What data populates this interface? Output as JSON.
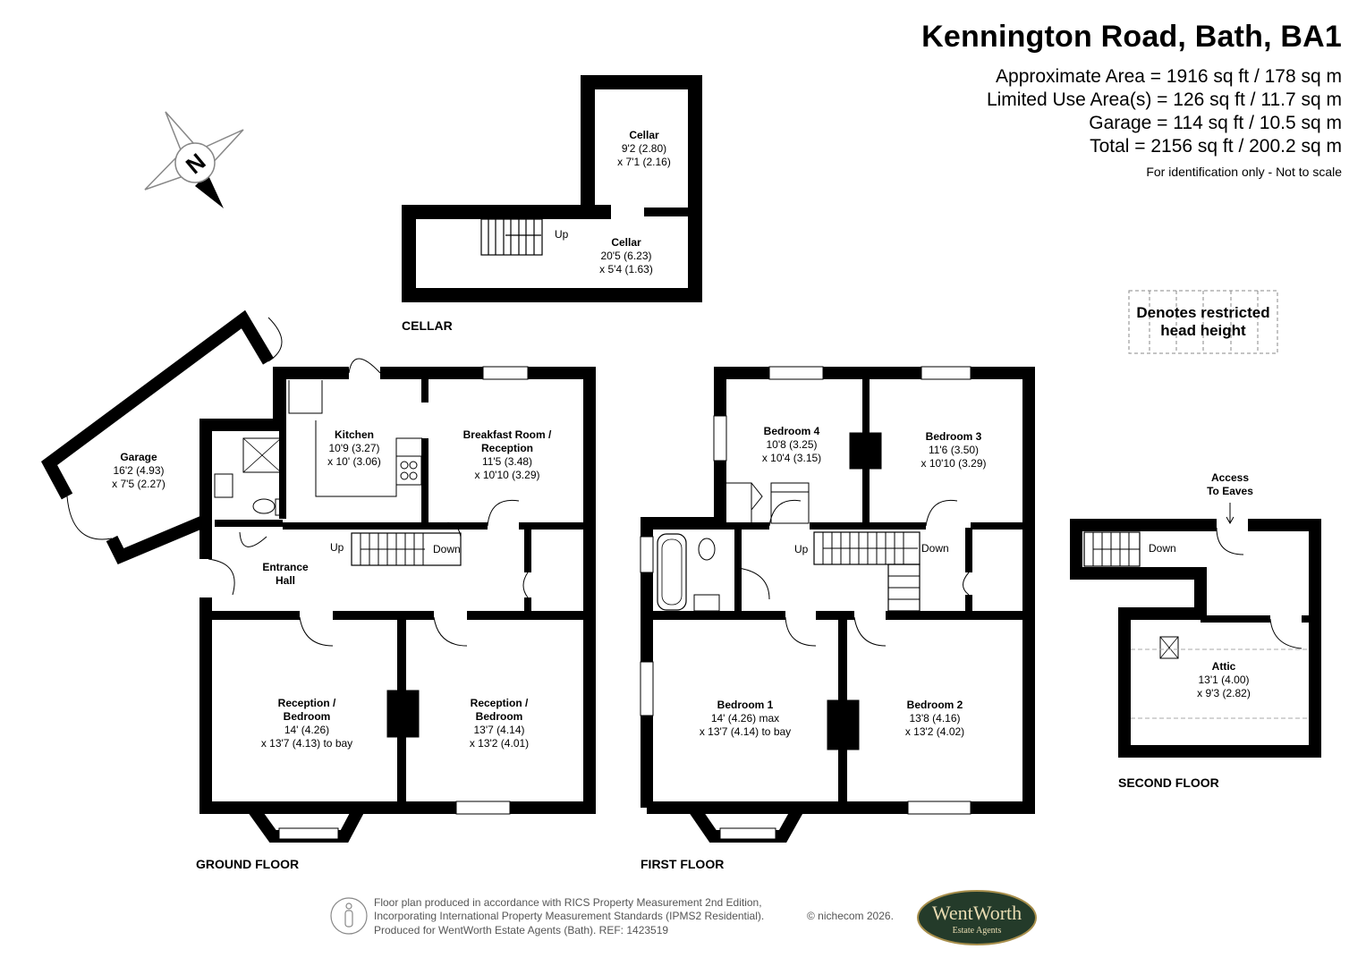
{
  "header": {
    "title": "Kennington Road, Bath, BA1",
    "areas": [
      "Approximate Area = 1916 sq ft / 178 sq m",
      "Limited Use Area(s) = 126 sq ft / 11.7 sq m",
      "Garage = 114 sq ft / 10.5 sq m",
      "Total = 2156 sq ft / 200.2 sq m"
    ],
    "note": "For identification only - Not to scale"
  },
  "compass": {
    "label": "N"
  },
  "legend": {
    "line1": "Denotes restricted",
    "line2": "head height"
  },
  "floors": {
    "cellar": "CELLAR",
    "ground": "GROUND FLOOR",
    "first": "FIRST FLOOR",
    "second": "SECOND FLOOR"
  },
  "rooms": {
    "cellar_upper": {
      "name": "Cellar",
      "dims": [
        "9'2 (2.80)",
        "x 7'1 (2.16)"
      ]
    },
    "cellar_lower": {
      "name": "Cellar",
      "dims": [
        "20'5 (6.23)",
        "x 5'4 (1.63)"
      ]
    },
    "garage": {
      "name": "Garage",
      "dims": [
        "16'2 (4.93)",
        "x 7'5 (2.27)"
      ]
    },
    "kitchen": {
      "name": "Kitchen",
      "dims": [
        "10'9 (3.27)",
        "x 10' (3.06)"
      ]
    },
    "breakfast": {
      "name": [
        "Breakfast Room /",
        "Reception"
      ],
      "dims": [
        "11'5 (3.48)",
        "x 10'10 (3.29)"
      ]
    },
    "hall": {
      "name": [
        "Entrance",
        "Hall"
      ]
    },
    "reception1": {
      "name": [
        "Reception /",
        "Bedroom"
      ],
      "dims": [
        "14' (4.26)",
        "x 13'7 (4.13) to bay"
      ]
    },
    "reception2": {
      "name": [
        "Reception /",
        "Bedroom"
      ],
      "dims": [
        "13'7 (4.14)",
        "x 13'2 (4.01)"
      ]
    },
    "bedroom4": {
      "name": "Bedroom 4",
      "dims": [
        "10'8 (3.25)",
        "x 10'4 (3.15)"
      ]
    },
    "bedroom3": {
      "name": "Bedroom 3",
      "dims": [
        "11'6 (3.50)",
        "x 10'10 (3.29)"
      ]
    },
    "bedroom1": {
      "name": "Bedroom 1",
      "dims": [
        "14' (4.26) max",
        "x 13'7 (4.14) to bay"
      ]
    },
    "bedroom2": {
      "name": "Bedroom 2",
      "dims": [
        "13'8 (4.16)",
        "x 13'2 (4.02)"
      ]
    },
    "attic": {
      "name": "Attic",
      "dims": [
        "13'1 (4.00)",
        "x 9'3 (2.82)"
      ]
    },
    "eaves": {
      "name": [
        "Access",
        "To Eaves"
      ]
    }
  },
  "stairs": {
    "cellar_up": "Up",
    "ground_up": "Up",
    "ground_down": "Down",
    "first_up": "Up",
    "first_down": "Down",
    "second_down": "Down"
  },
  "footer": {
    "lines": [
      "Floor plan produced in accordance with RICS Property Measurement 2nd Edition,",
      "Incorporating International Property Measurement Standards (IPMS2 Residential).",
      "Produced for WentWorth Estate Agents (Bath).   REF:  1423519"
    ],
    "copyright": "© nichecom 2026.",
    "logo_name": "WentWorth",
    "logo_sub": "Estate Agents",
    "logo_color": "#243b2a",
    "logo_text_color": "#e9dcb2"
  }
}
